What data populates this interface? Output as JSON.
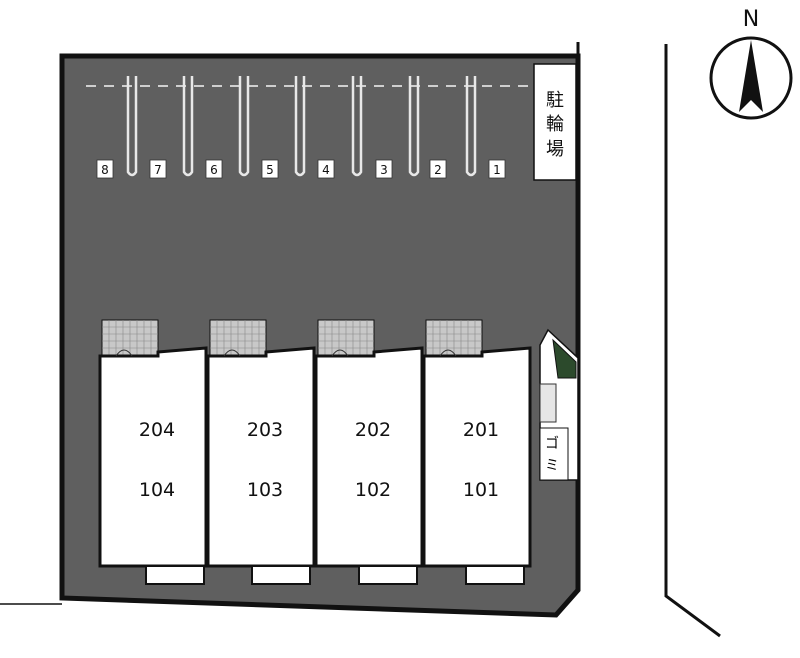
{
  "compass": {
    "label": "N"
  },
  "bicycle_parking": {
    "label": "駐輪場",
    "chars": [
      "駐",
      "輪",
      "場"
    ]
  },
  "parking_slots": [
    "8",
    "7",
    "6",
    "5",
    "4",
    "3",
    "2",
    "1"
  ],
  "units": [
    {
      "upper": "204",
      "lower": "104"
    },
    {
      "upper": "203",
      "lower": "103"
    },
    {
      "upper": "202",
      "lower": "102"
    },
    {
      "upper": "201",
      "lower": "101"
    }
  ],
  "garbage": {
    "chars": [
      "ゴ",
      "ミ"
    ]
  },
  "colors": {
    "lot": "#5f5f5f",
    "outline": "#111111",
    "building": "#ffffff",
    "tile": "#c8c8c8"
  }
}
